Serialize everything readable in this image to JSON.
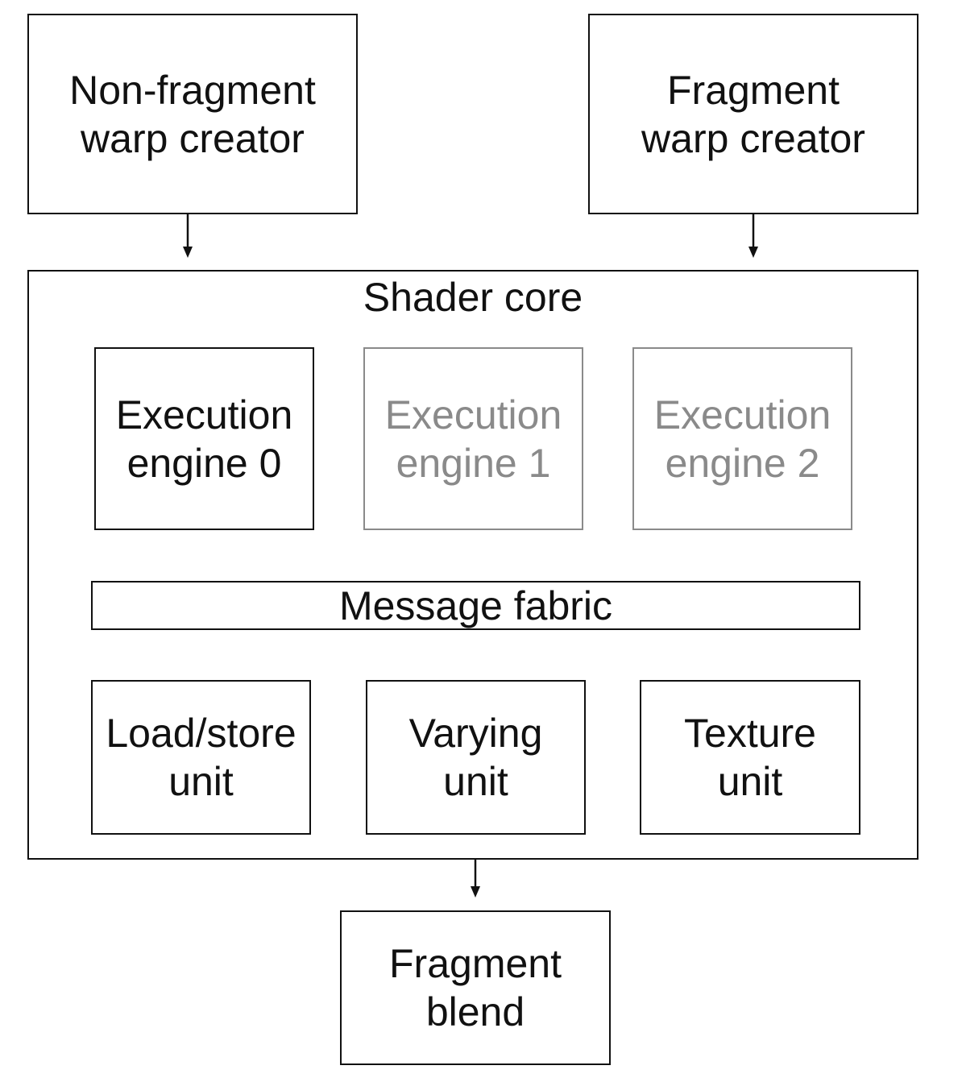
{
  "diagram": {
    "top_boxes": {
      "non_fragment_warp_creator": {
        "line1": "Non-fragment",
        "line2": "warp creator"
      },
      "fragment_warp_creator": {
        "line1": "Fragment",
        "line2": "warp creator"
      }
    },
    "shader_core": {
      "title": "Shader core",
      "execution_engines": [
        {
          "line1": "Execution",
          "line2": "engine 0",
          "state": "active"
        },
        {
          "line1": "Execution",
          "line2": "engine 1",
          "state": "inactive"
        },
        {
          "line1": "Execution",
          "line2": "engine 2",
          "state": "inactive"
        }
      ],
      "message_fabric": "Message fabric",
      "units": [
        {
          "line1": "Load/store",
          "line2": "unit"
        },
        {
          "line1": "Varying",
          "line2": "unit"
        },
        {
          "line1": "Texture",
          "line2": "unit"
        }
      ]
    },
    "bottom_box": {
      "line1": "Fragment",
      "line2": "blend"
    },
    "colors": {
      "active_border": "#111111",
      "inactive_border": "#8a8a8a",
      "background": "#ffffff"
    }
  }
}
